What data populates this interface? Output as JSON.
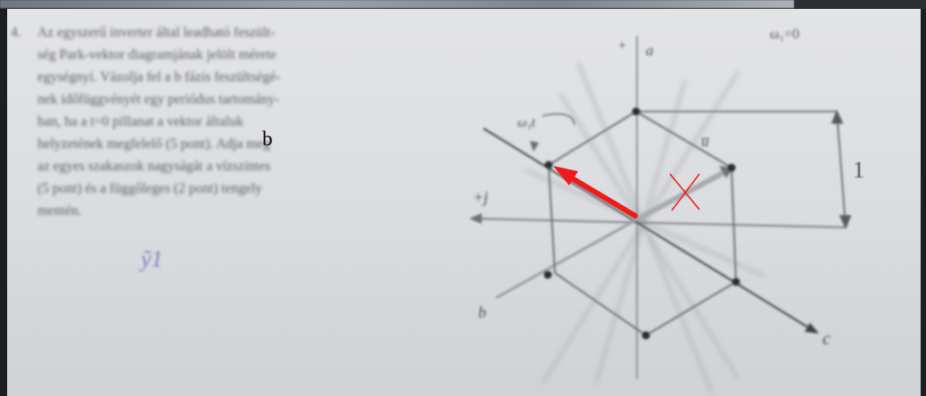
{
  "document": {
    "problem_number": "4.",
    "text_lines": [
      "Az egyszerű inverter által leadható feszült-",
      "ség Park-vektor diagramjának jelölt mérete",
      "egységnyi. Vázolja fel a b fázis feszültségé-",
      "nek időfüggvényét egy periódus tartomány-",
      "ban, ha a t=0 pillanat a vektor általuk",
      "helyzetének megfelelő (5 pont). Adja meg",
      "az egyes szakaszok nagyságát a vízszintes",
      "(5 pont) és a függőleges (2 pont) tengely",
      "mentén."
    ],
    "handwritten_note": "ỹ1"
  },
  "overlay_label": "b",
  "diagram": {
    "axis_labels": {
      "top": "a",
      "top_sign": "+",
      "left": "+j",
      "bottom_left": "b",
      "bottom_right": "c",
      "rotation": "ω₁t",
      "vector": "u̅"
    },
    "equation": "ω₁=0",
    "dimension_label": "1",
    "colors": {
      "red_arrow": "#ee1b1b",
      "red_cross": "#ee1b1b",
      "ink": "#33363b"
    }
  }
}
